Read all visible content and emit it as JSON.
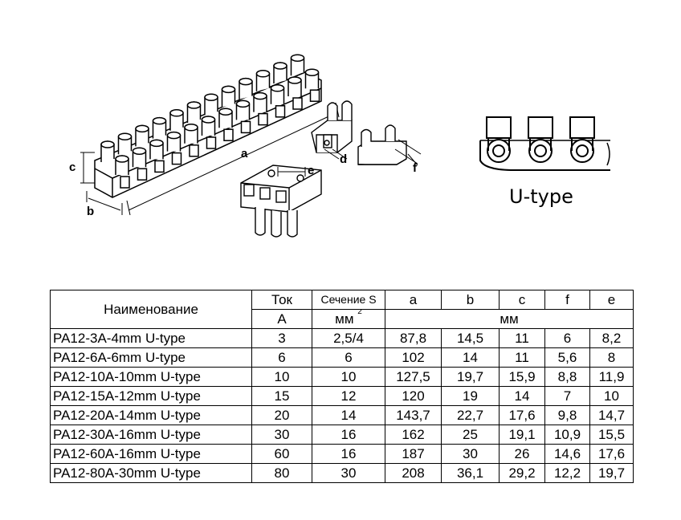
{
  "figure": {
    "dim_labels": {
      "a": "a",
      "b": "b",
      "c": "c",
      "d": "d",
      "e": "e",
      "f": "f"
    },
    "utype_label": "U-type"
  },
  "table": {
    "header": {
      "name": "Наименование",
      "current": "Ток",
      "section": "Сечение S",
      "a": "a",
      "b": "b",
      "c": "c",
      "f": "f",
      "e": "e"
    },
    "units": {
      "current": "А",
      "section": "мм",
      "section_sup": "2",
      "dims": "мм"
    },
    "rows": [
      {
        "name": "PA12-3A-4mm U-type",
        "current": "3",
        "section": "2,5/4",
        "a": "87,8",
        "b": "14,5",
        "c": "11",
        "f": "6",
        "e": "8,2"
      },
      {
        "name": "PA12-6A-6mm U-type",
        "current": "6",
        "section": "6",
        "a": "102",
        "b": "14",
        "c": "11",
        "f": "5,6",
        "e": "8"
      },
      {
        "name": "PA12-10A-10mm U-type",
        "current": "10",
        "section": "10",
        "a": "127,5",
        "b": "19,7",
        "c": "15,9",
        "f": "8,8",
        "e": "11,9"
      },
      {
        "name": "PA12-15A-12mm U-type",
        "current": "15",
        "section": "12",
        "a": "120",
        "b": "19",
        "c": "14",
        "f": "7",
        "e": "10"
      },
      {
        "name": "PA12-20A-14mm U-type",
        "current": "20",
        "section": "14",
        "a": "143,7",
        "b": "22,7",
        "c": "17,6",
        "f": "9,8",
        "e": "14,7"
      },
      {
        "name": "PA12-30A-16mm U-type",
        "current": "30",
        "section": "16",
        "a": "162",
        "b": "25",
        "c": "19,1",
        "f": "10,9",
        "e": "15,5"
      },
      {
        "name": "PA12-60A-16mm U-type",
        "current": "60",
        "section": "16",
        "a": "187",
        "b": "30",
        "c": "26",
        "f": "14,6",
        "e": "17,6"
      },
      {
        "name": "PA12-80A-30mm U-type",
        "current": "80",
        "section": "30",
        "a": "208",
        "b": "36,1",
        "c": "29,2",
        "f": "12,2",
        "e": "19,7"
      }
    ]
  }
}
